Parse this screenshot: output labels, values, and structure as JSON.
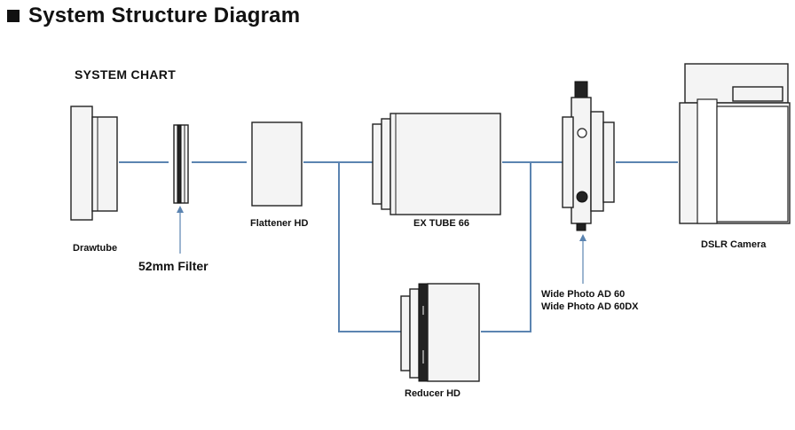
{
  "header": {
    "title": "System Structure Diagram"
  },
  "chart": {
    "heading": "SYSTEM CHART"
  },
  "components": {
    "drawtube": "Drawtube",
    "filter": "52mm Filter",
    "flattener": "Flattener HD",
    "ex_tube": "EX TUBE 66",
    "reducer": "Reducer HD",
    "wide_photo_1": "Wide Photo AD 60",
    "wide_photo_2": "Wide Photo AD 60DX",
    "camera": "DSLR Camera"
  },
  "colors": {
    "connector": "#5b84b1",
    "outline": "#222222"
  }
}
